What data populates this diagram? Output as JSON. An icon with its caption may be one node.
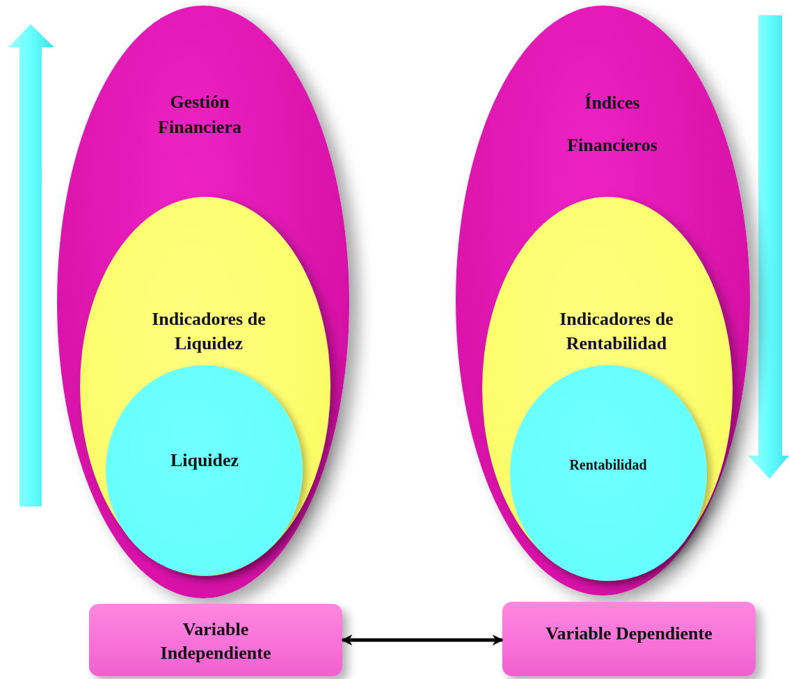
{
  "diagram": {
    "nodes": [
      {
        "text": [
          "Gestión Financiera"
        ]
      },
      {
        "text": [
          "Indicadores de Liquidez"
        ],
        "in": 0
      },
      {
        "text": [
          "Liquidez"
        ],
        "in": 1
      },
      {
        "text": [
          "Índices Financieros"
        ]
      },
      {
        "text": [
          "Indicadores de Rentabilidad"
        ],
        "in": 3
      },
      {
        "text": [
          "Rentabilidad"
        ],
        "in": 4
      },
      {
        "text": [
          "Variable Independiente"
        ]
      },
      {
        "text": [
          "Variable Dependiente"
        ]
      }
    ],
    "edges": [
      {
        "from": 6,
        "to": 7,
        "arrow": "both"
      }
    ]
  }
}
